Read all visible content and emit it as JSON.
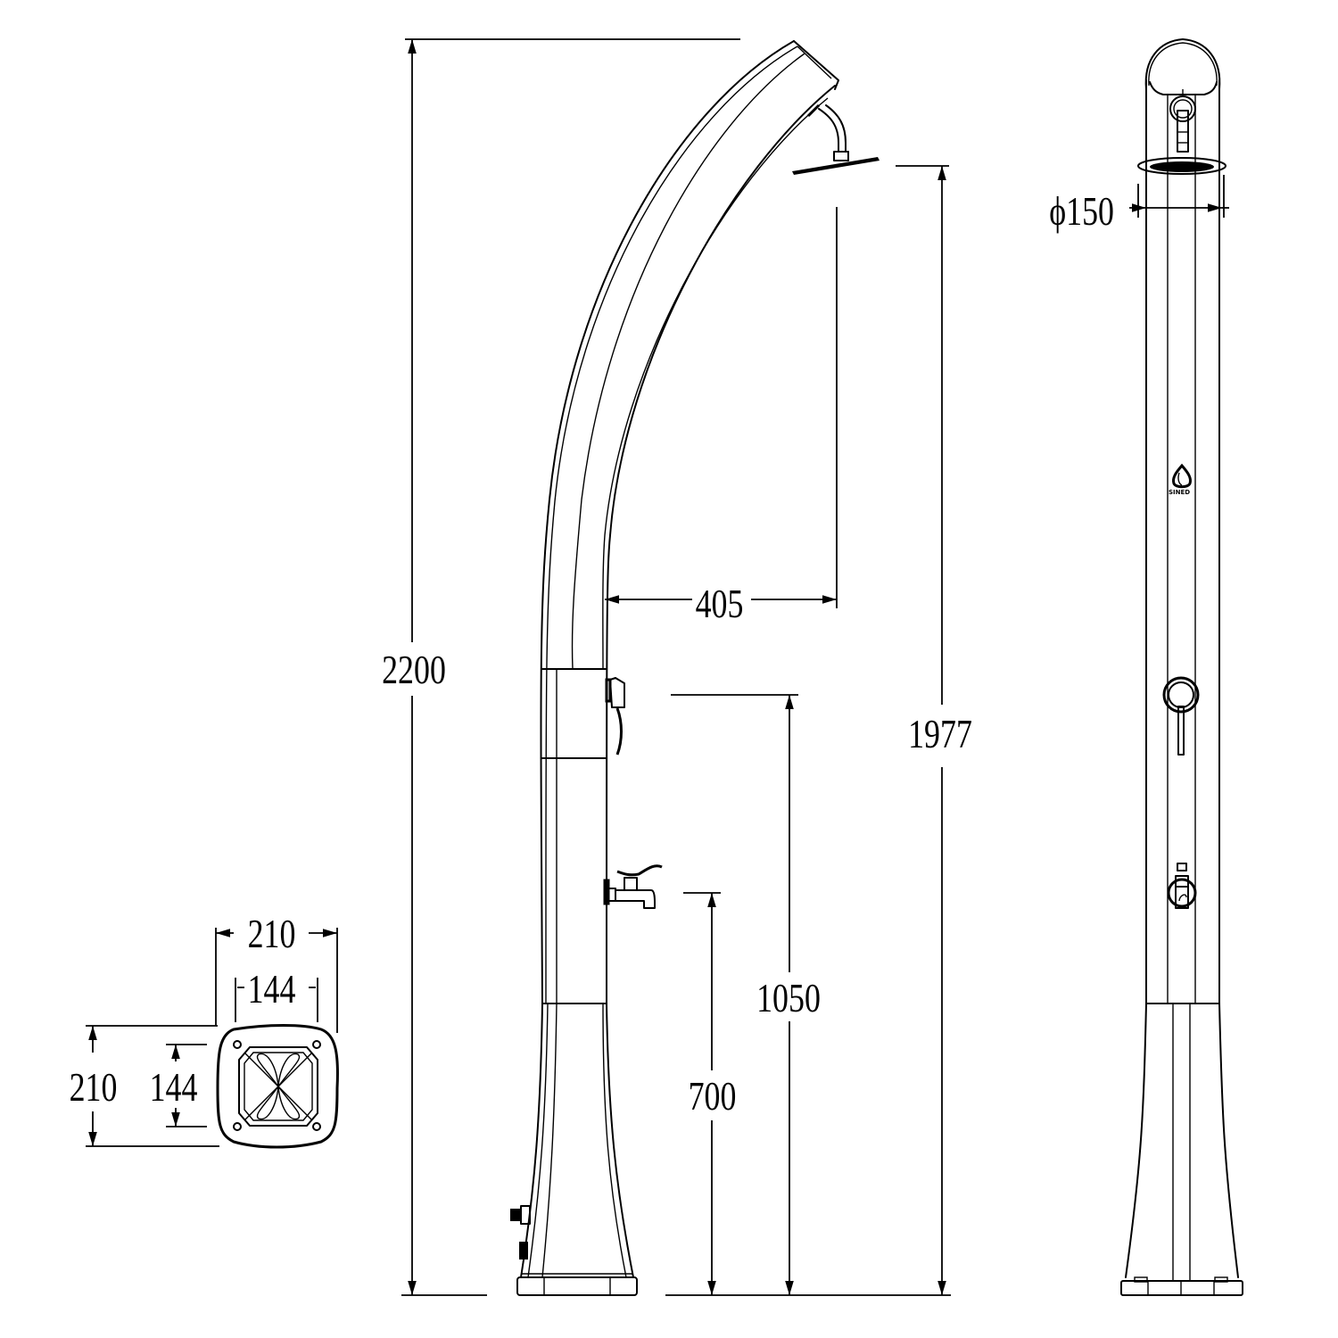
{
  "drawing": {
    "title": "Solar shower technical drawing",
    "units": "mm",
    "colors": {
      "line": "#000000",
      "background": "#ffffff"
    },
    "views": [
      {
        "name": "side-view",
        "description": "Curved shower column side profile with shower head, mixer, tap and base"
      },
      {
        "name": "front-view",
        "description": "Front elevation with shower head, mixer lever, tap, logo and flared base"
      },
      {
        "name": "base-plan",
        "description": "Square base footprint with four fixing holes"
      }
    ],
    "dimensions": {
      "total_height": "2200",
      "shower_head_height": "1977",
      "head_projection": "405",
      "mixer_height": "1050",
      "tap_height": "700",
      "head_diameter": "ϕ150",
      "base_width": "210",
      "base_inner_width": "144",
      "base_depth": "210",
      "base_inner_depth": "144"
    },
    "logo": {
      "icon": "water-drop-icon",
      "text": "SINED"
    }
  }
}
